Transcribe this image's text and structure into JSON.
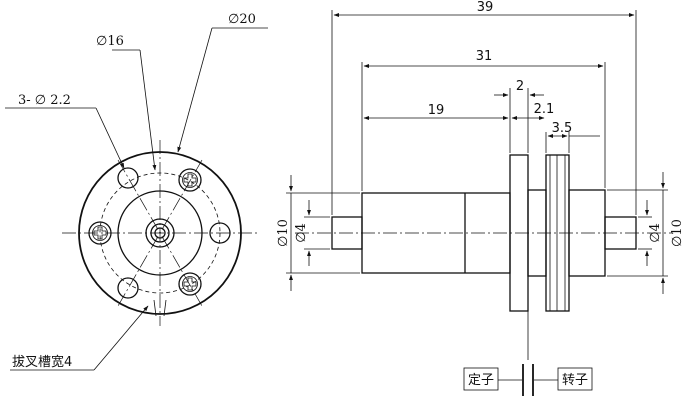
{
  "front_view": {
    "dia_16": "∅16",
    "dia_20": "∅20",
    "holes": "3- ∅ 2.2",
    "fork_slot": "拔叉槽宽4"
  },
  "side_view": {
    "len_39": "39",
    "len_31": "31",
    "len_2": "2",
    "len_19": "19",
    "len_2_1": "2.1",
    "len_3_5": "3.5",
    "dia_10_left": "∅10",
    "dia_4_left": "∅4",
    "dia_4_right": "∅4",
    "dia_10_right": "∅10",
    "stator_label": "定子",
    "rotor_label": "转子"
  }
}
